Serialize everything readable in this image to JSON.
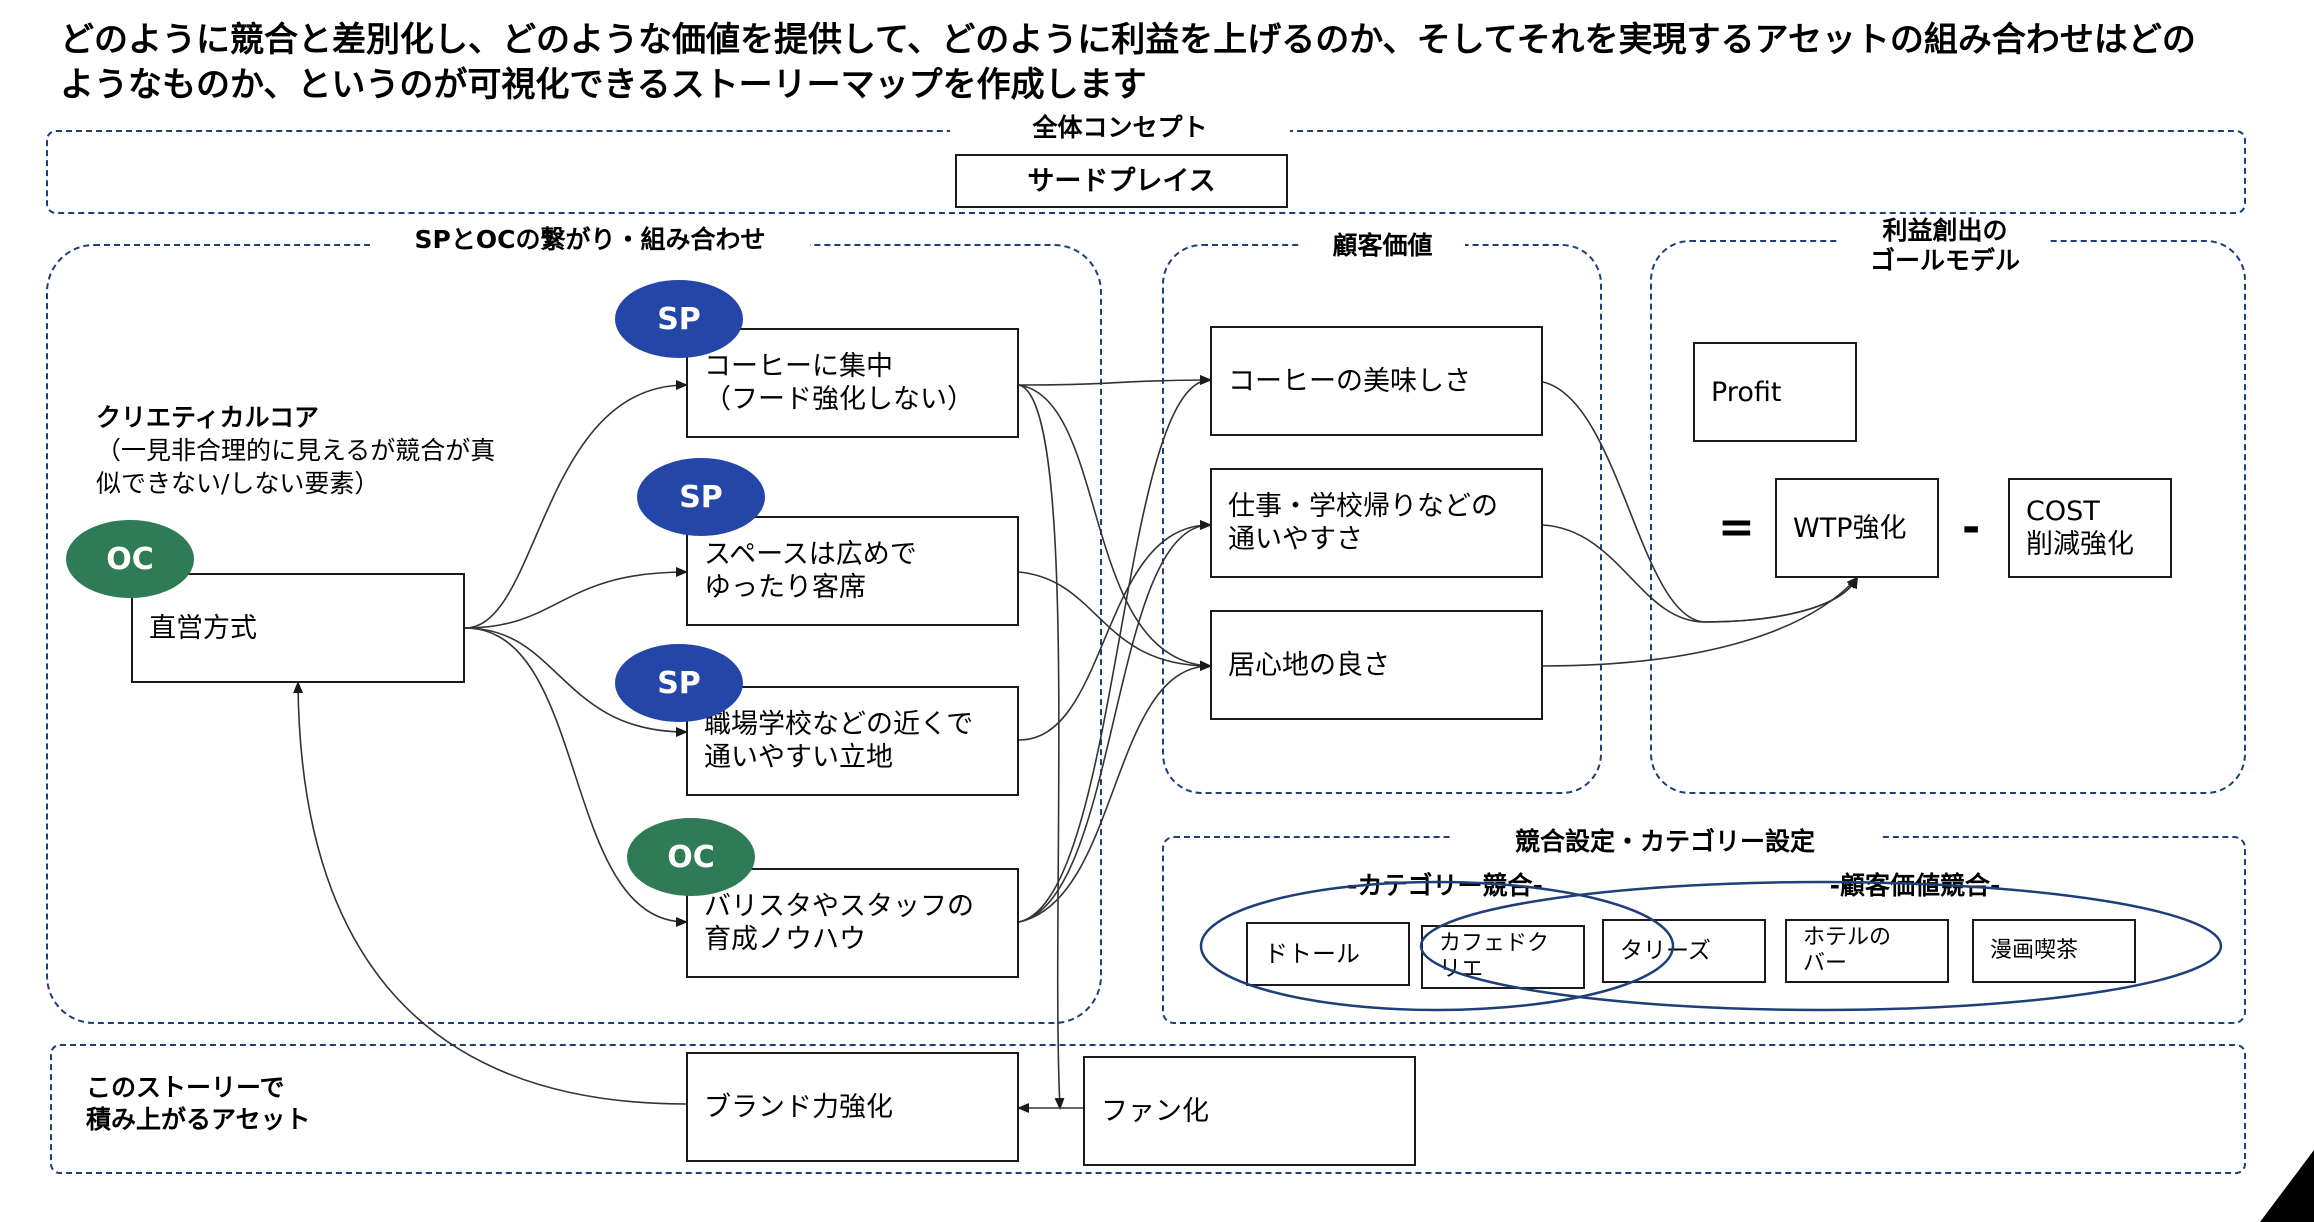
{
  "title": "どのように競合と差別化し、どのような価値を提供して、どのように利益を上げるのか、そしてそれを実現するアセットの組み合わせはどのようなものか、というのが可視化できるストーリーマップを作成します",
  "concept": {
    "label": "全体コンセプト",
    "value": "サードプレイス"
  },
  "sp_oc": {
    "label": "SPとOCの繋がり・組み合わせ",
    "critical_core_title": "クリエティカルコア",
    "critical_core_desc": "（一見非合理的に見えるが競合が真\n似できない/しない要素）",
    "direct": {
      "badge": "OC",
      "text": "直営方式"
    },
    "items": [
      {
        "badge": "SP",
        "text": "コーヒーに集中\n（フード強化しない）"
      },
      {
        "badge": "SP",
        "text": "スペースは広めで\nゆったり客席"
      },
      {
        "badge": "SP",
        "text": "職場学校などの近くで\n通いやすい立地"
      },
      {
        "badge": "OC",
        "text": "バリスタやスタッフの\n育成ノウハウ"
      }
    ]
  },
  "customer_value": {
    "label": "顧客価値",
    "items": [
      "コーヒーの美味しさ",
      "仕事・学校帰りなどの\n通いやすさ",
      "居心地の良さ"
    ]
  },
  "profit": {
    "label": "利益創出の\nゴールモデル",
    "profit": "Profit",
    "equals": "=",
    "wtp": "WTP強化",
    "minus": "-",
    "cost": "COST\n削減強化"
  },
  "competition": {
    "label": "競合設定・カテゴリー設定",
    "category_label": "-カテゴリー競合-",
    "value_label": "-顧客価値競合-",
    "items": [
      "ドトール",
      "カフェドク\nリエ",
      "タリーズ",
      "ホテルの\nバー",
      "漫画喫茶"
    ]
  },
  "assets": {
    "label": "このストーリーで\n積み上がるアセット",
    "brand": "ブランド力強化",
    "fan": "ファン化"
  },
  "colors": {
    "dash": "#1f3f78",
    "sp": "#2346a8",
    "oc": "#2e7b56"
  }
}
